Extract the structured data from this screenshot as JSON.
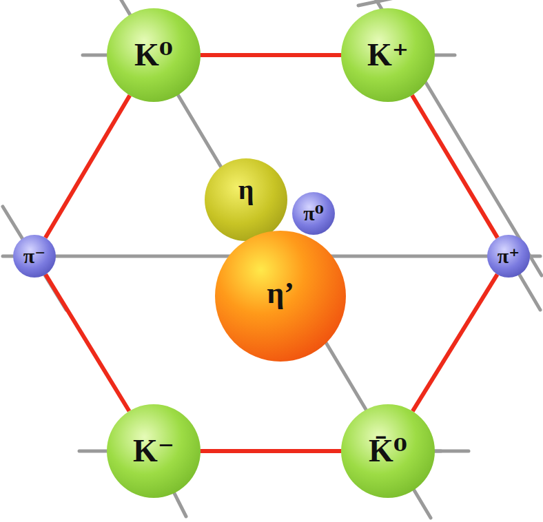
{
  "diagram": {
    "nodes": [
      {
        "text": [
          "K⁰"
        ]
      },
      {
        "text": [
          "K⁺"
        ]
      },
      {
        "text": [
          "η"
        ]
      },
      {
        "text": [
          "π⁰"
        ]
      },
      {
        "text": [
          "π⁻"
        ]
      },
      {
        "text": [
          "π⁺"
        ]
      },
      {
        "text": [
          "η’"
        ]
      },
      {
        "text": [
          "K⁻"
        ]
      },
      {
        "text": [
          "K̄⁰"
        ]
      }
    ],
    "edges": [
      {
        "from": 0,
        "to": 1,
        "arrow": "none"
      },
      {
        "from": 1,
        "to": 5,
        "arrow": "none"
      },
      {
        "from": 5,
        "to": 8,
        "arrow": "none"
      },
      {
        "from": 8,
        "to": 7,
        "arrow": "none"
      },
      {
        "from": 7,
        "to": 4,
        "arrow": "none"
      },
      {
        "from": 4,
        "to": 0,
        "arrow": "none"
      }
    ]
  }
}
